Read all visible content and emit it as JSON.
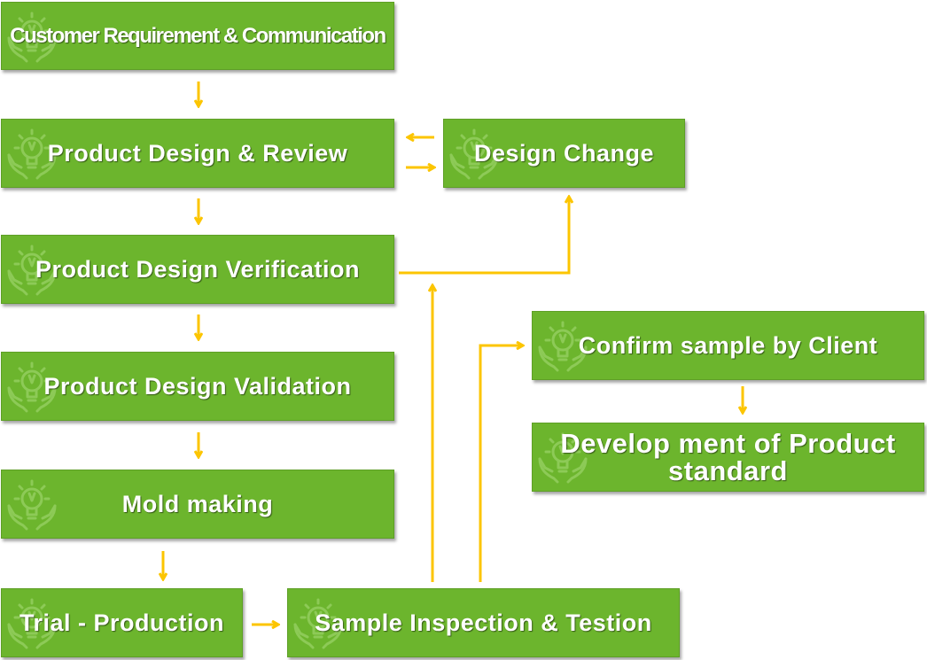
{
  "colors": {
    "box": "#6cb52d",
    "arrow": "#fcc500",
    "text": "#ffffff"
  },
  "icon": "lightbulb-in-hands-icon",
  "steps": {
    "customer_requirement": "Customer Requirement & Communication",
    "product_design_review": "Product Design & Review",
    "design_change": "Design Change",
    "design_verification": "Product Design Verification",
    "design_validation": "Product Design Validation",
    "mold_making": "Mold making",
    "trial_production": "Trial - Production",
    "sample_inspection": "Sample Inspection & Testion",
    "confirm_sample": "Confirm sample by Client",
    "product_standard_line1": "Develop ment of Product",
    "product_standard_line2": "standard"
  }
}
